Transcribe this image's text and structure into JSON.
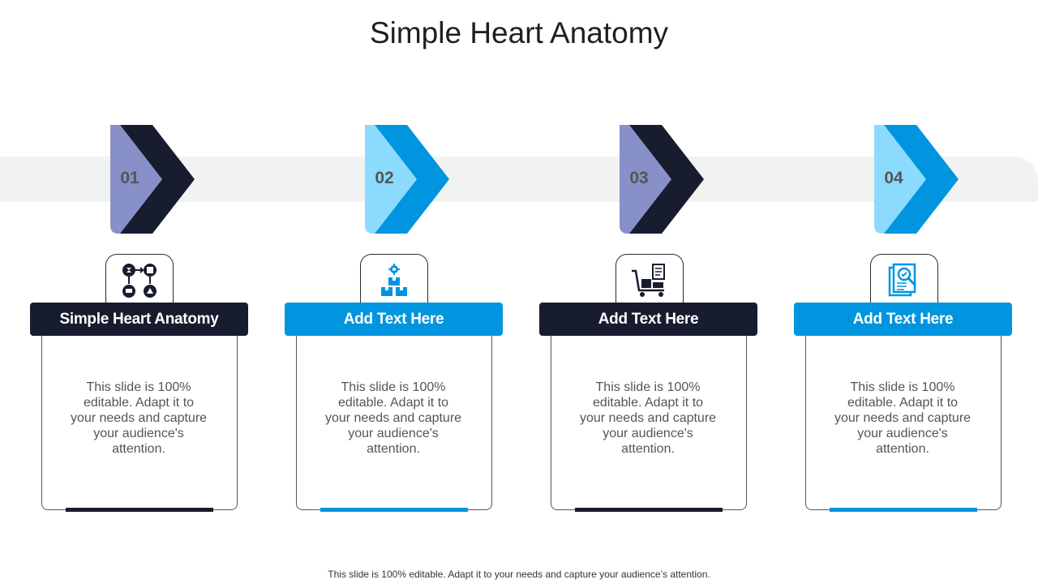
{
  "title": "Simple Heart Anatomy",
  "colors": {
    "dark": "#181c2f",
    "dark_light": "#8790c9",
    "blue": "#0095de",
    "blue_light": "#8cdbff",
    "band": "#f1f2f2"
  },
  "steps": [
    {
      "number": "01",
      "heading": "Simple Heart Anatomy",
      "text": "This slide is 100% editable. Adapt it to your needs and capture your audience's attention.",
      "icon": "process-flow-icon",
      "theme": "dark"
    },
    {
      "number": "02",
      "heading": "Add Text Here",
      "text": "This slide is 100% editable. Adapt it to your needs and capture your audience's attention.",
      "icon": "boxes-gear-icon",
      "theme": "blue"
    },
    {
      "number": "03",
      "heading": "Add Text Here",
      "text": "This slide is 100% editable. Adapt it to your needs and capture your audience's attention.",
      "icon": "cart-checklist-icon",
      "theme": "dark"
    },
    {
      "number": "04",
      "heading": "Add Text Here",
      "text": "This slide is 100% editable. Adapt it to your needs and capture your audience's attention.",
      "icon": "certificate-document-icon",
      "theme": "blue"
    }
  ],
  "footer": "This slide is 100% editable. Adapt it to your needs and capture your audience’s attention."
}
